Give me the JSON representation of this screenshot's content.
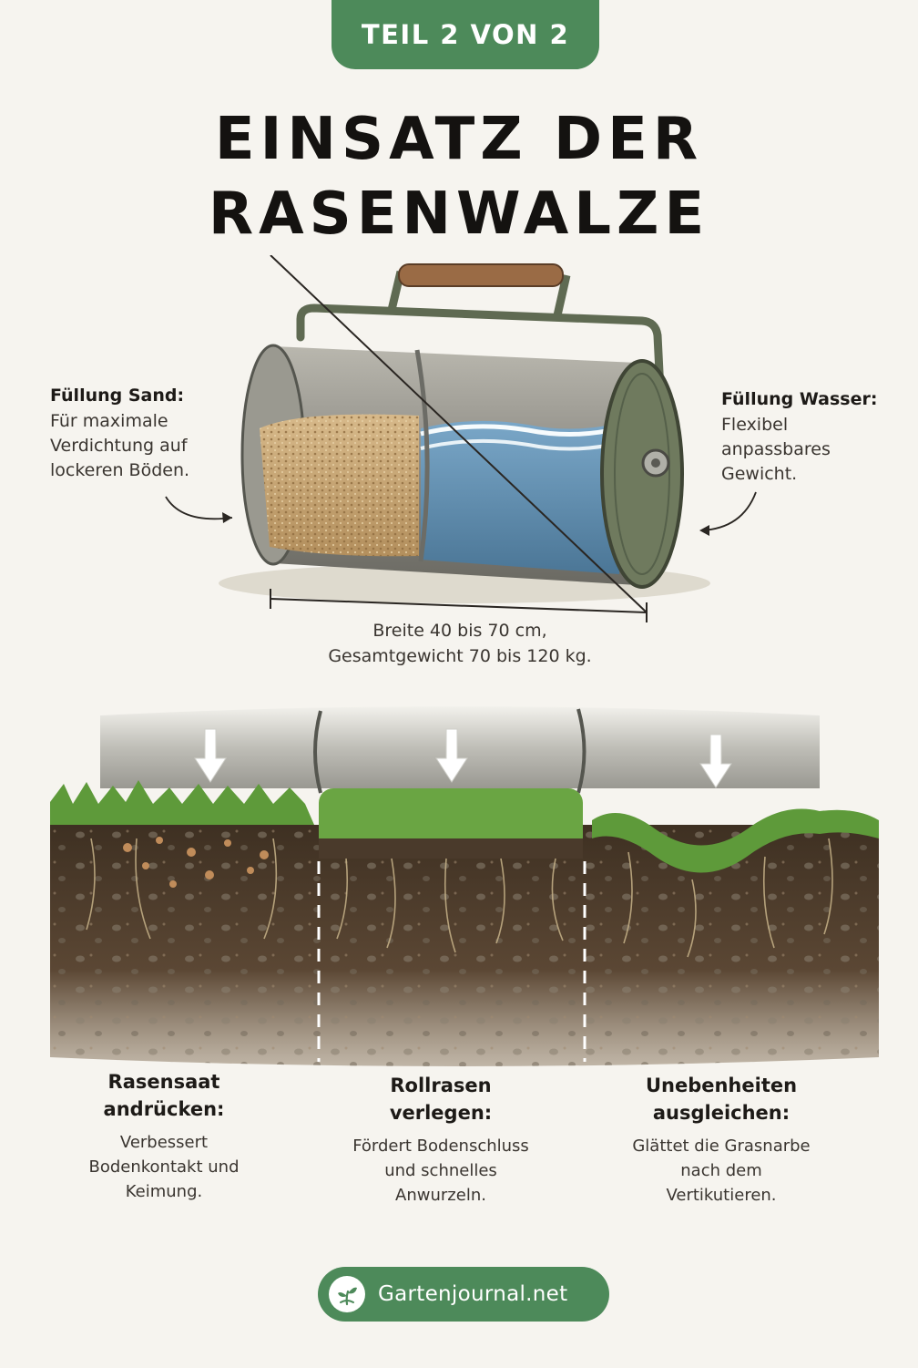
{
  "header": {
    "part_label": "TEIL 2 VON 2",
    "title_line1": "EINSATZ DER",
    "title_line2": "RASENWALZE"
  },
  "roller": {
    "left_label": {
      "heading": "Füllung Sand:",
      "lines": [
        "Für maximale",
        "Verdichtung auf",
        "lockeren Böden."
      ]
    },
    "right_label": {
      "heading": "Füllung Wasser:",
      "lines": [
        "Flexibel",
        "anpassbares",
        "Gewicht."
      ]
    },
    "dimension_lines": [
      "Breite 40 bis 70 cm,",
      "Gesamtgewicht 70 bis 120 kg."
    ]
  },
  "uses": [
    {
      "heading_lines": [
        "Rasensaat",
        "andrücken:"
      ],
      "text_lines": [
        "Verbessert",
        "Bodenkontakt und",
        "Keimung."
      ]
    },
    {
      "heading_lines": [
        "Rollrasen",
        "verlegen:"
      ],
      "text_lines": [
        "Fördert Bodenschluss",
        "und schnelles",
        "Anwurzeln."
      ]
    },
    {
      "heading_lines": [
        "Unebenheiten",
        "ausgleichen:"
      ],
      "text_lines": [
        "Glättet die Grasnarbe",
        "nach dem",
        "Vertikutieren."
      ]
    }
  ],
  "footer": {
    "brand": "Gartenjournal.net"
  },
  "colors": {
    "brand_green": "#4d8a5a",
    "sand": "#c9a878",
    "water": "#5f8fb3",
    "soil": "#4a3a2b",
    "grass": "#5e9a3a"
  },
  "icons": [
    "sprout-logo-icon",
    "down-arrow-icon"
  ]
}
